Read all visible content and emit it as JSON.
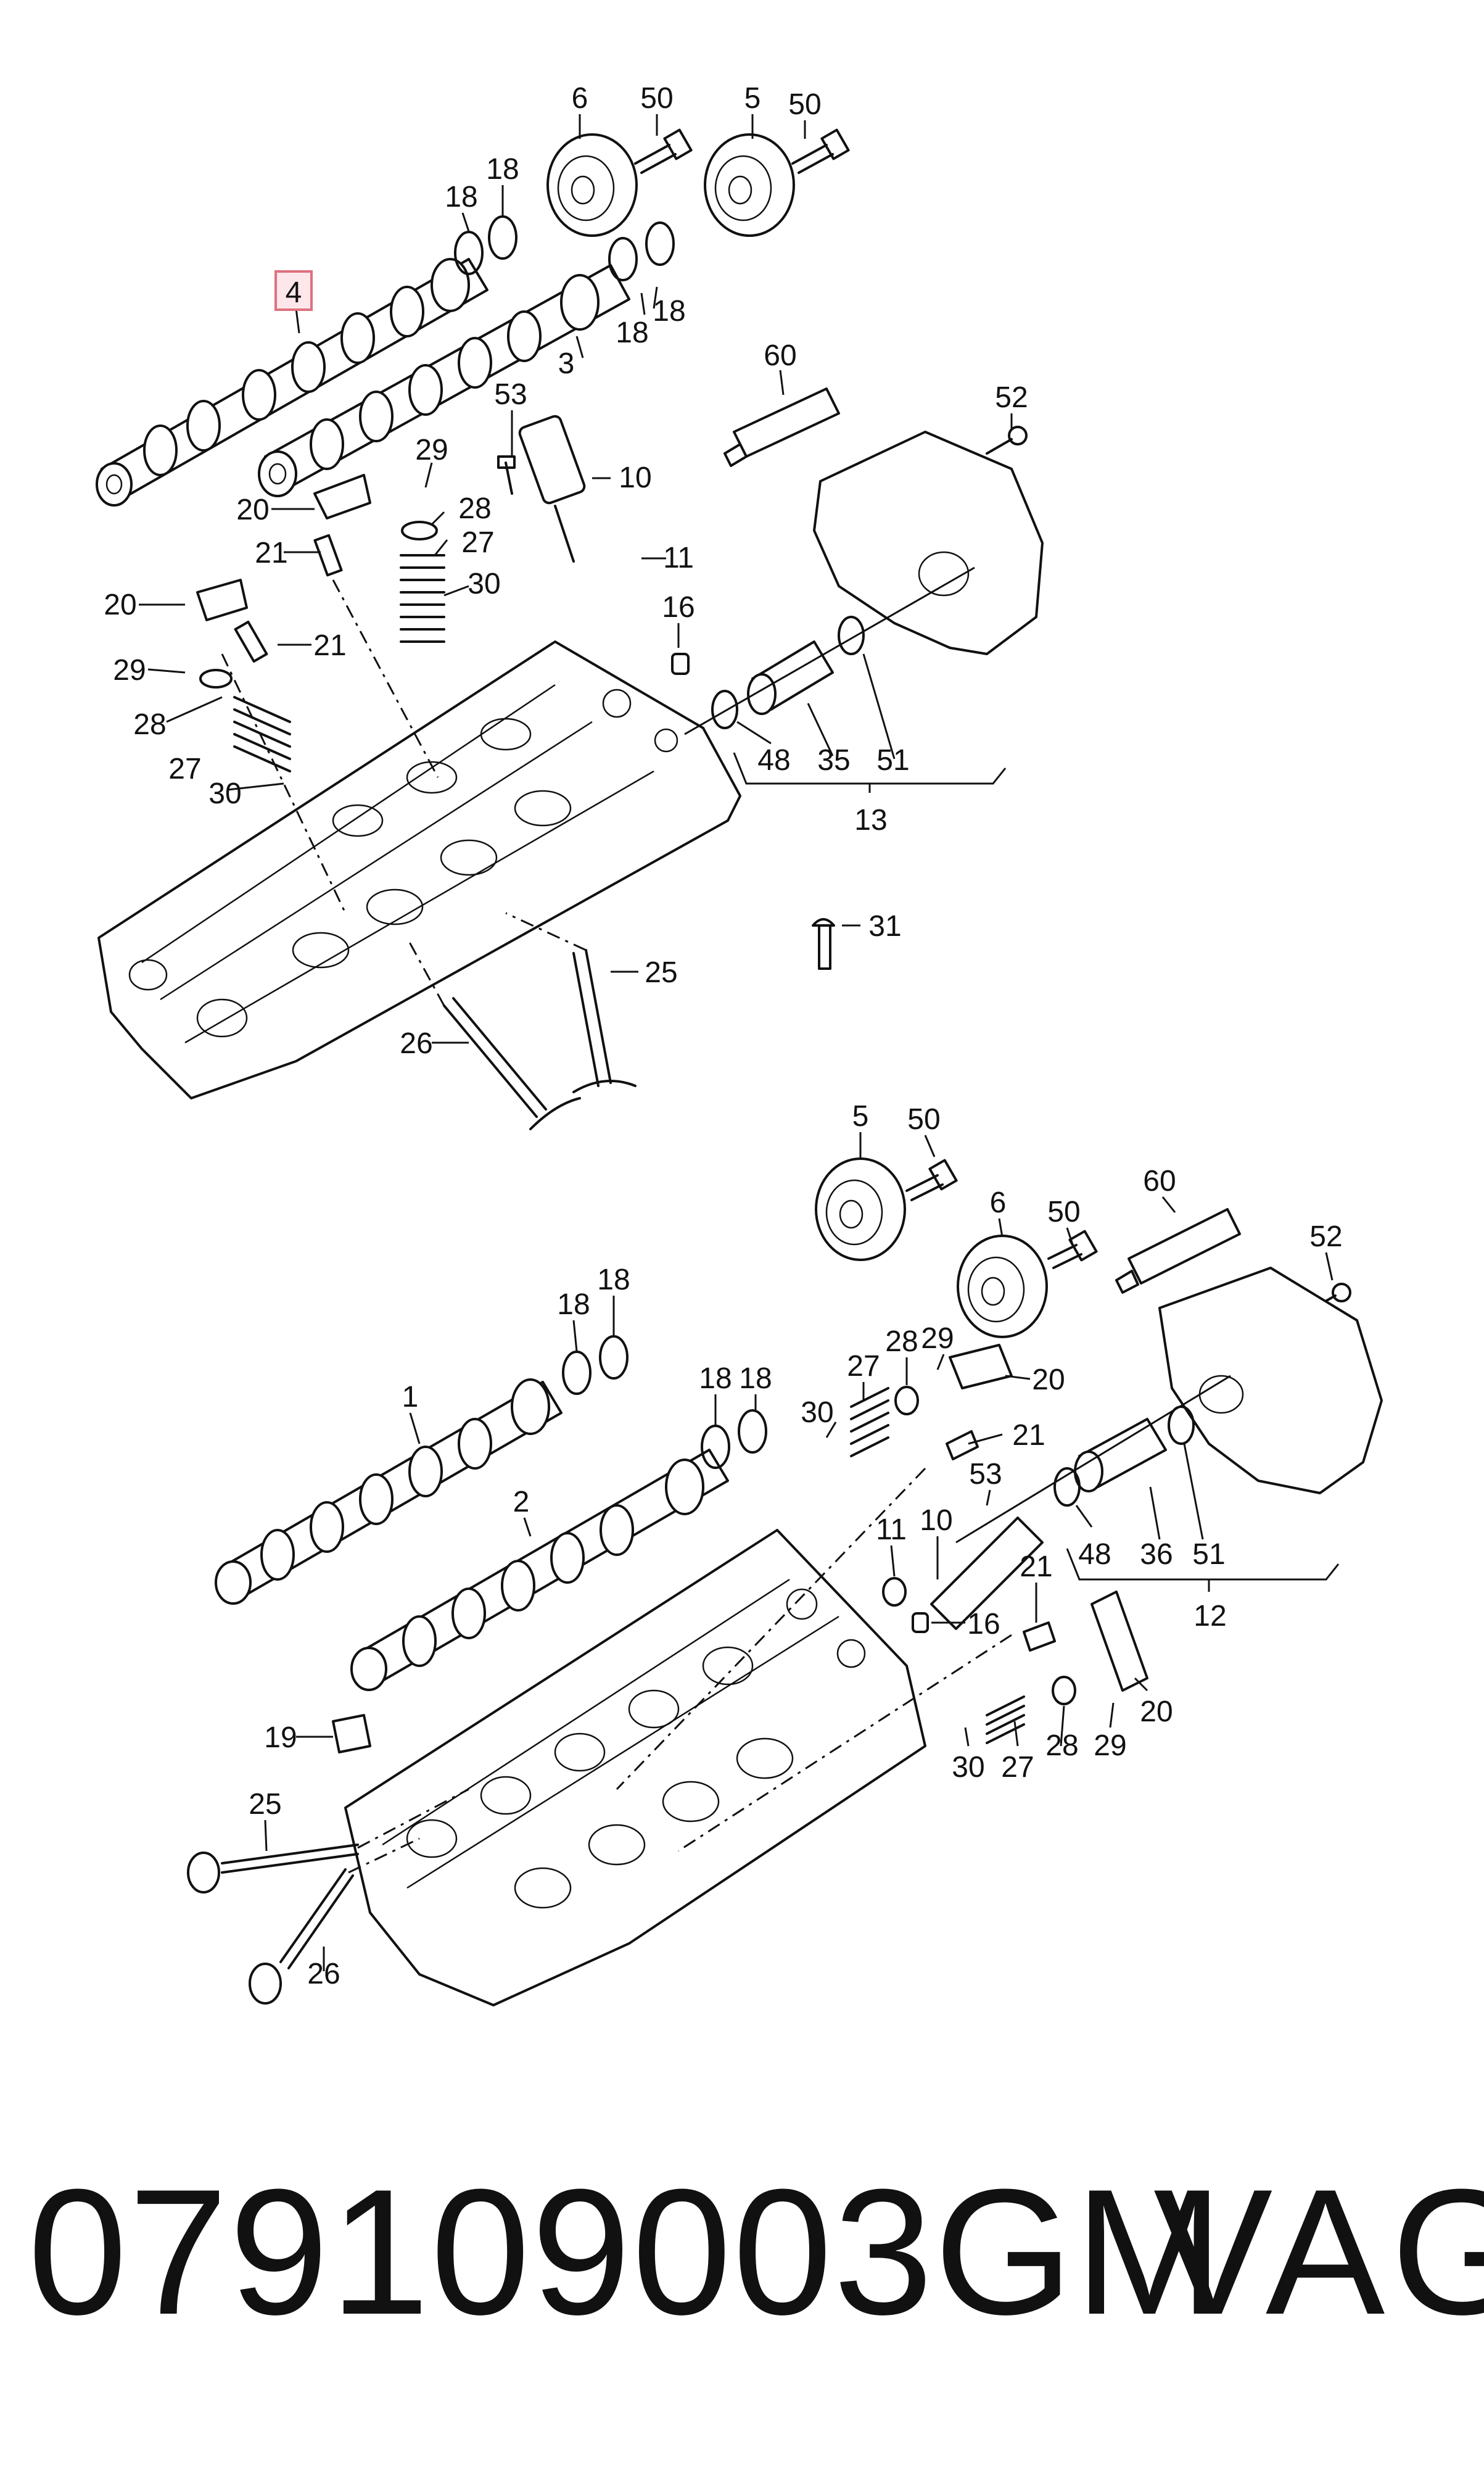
{
  "highlighted_callout": "4",
  "highlight_color": "#e0707f",
  "upper_assembly": {
    "callouts": [
      "6",
      "50",
      "5",
      "50",
      "18",
      "18",
      "4",
      "18",
      "18",
      "3",
      "60",
      "52",
      "53",
      "10",
      "29",
      "20",
      "28",
      "21",
      "27",
      "11",
      "20",
      "30",
      "16",
      "21",
      "29",
      "28",
      "48",
      "35",
      "51",
      "27",
      "13",
      "30",
      "31",
      "25",
      "26"
    ]
  },
  "lower_assembly": {
    "callouts": [
      "5",
      "50",
      "60",
      "6",
      "50",
      "52",
      "18",
      "18",
      "1",
      "18",
      "18",
      "28",
      "29",
      "20",
      "27",
      "30",
      "21",
      "53",
      "2",
      "10",
      "11",
      "48",
      "36",
      "51",
      "21",
      "12",
      "16",
      "19",
      "20",
      "30",
      "27",
      "28",
      "29",
      "25",
      "26"
    ]
  },
  "footer": {
    "part_number": "079109003GM",
    "brand": "VAG"
  }
}
